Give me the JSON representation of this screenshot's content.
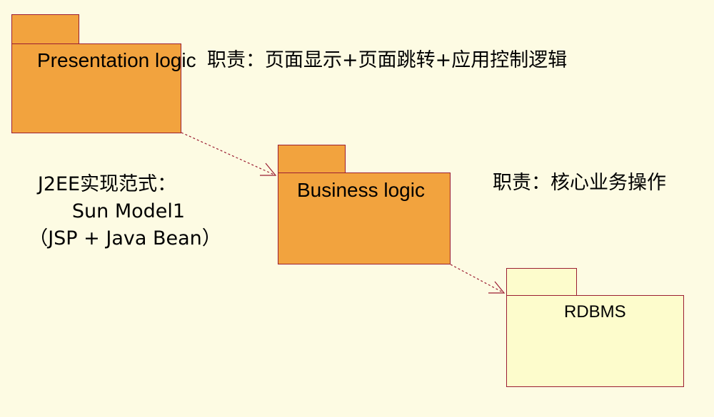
{
  "packages": {
    "presentation": {
      "label": "Presentation logic",
      "fill": "#f2a33e"
    },
    "business": {
      "label": "Business logic",
      "fill": "#f2a33e"
    },
    "database": {
      "label": "RDBMS",
      "fill": "#fdfccc"
    }
  },
  "notes": {
    "presentation_responsibility": "职责：页面显示+页面跳转+应用控制逻辑",
    "business_responsibility": "职责：核心业务操作"
  },
  "j2ee": {
    "line1": "J2EE实现范式：",
    "line2": "Sun Model1",
    "line3": "（JSP + Java Bean）"
  },
  "colors": {
    "background": "#fdfbe3",
    "border": "#9b1d32",
    "arrow": "#9b1d32"
  }
}
